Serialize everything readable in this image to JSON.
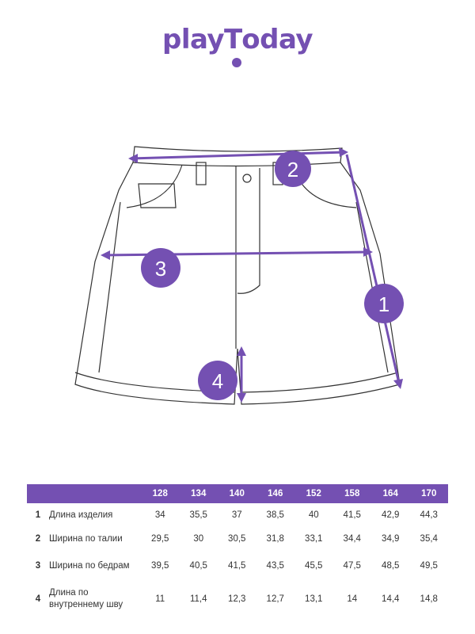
{
  "logo": {
    "text": "playToday"
  },
  "colors": {
    "accent": "#7450b2"
  },
  "markers": [
    "1",
    "2",
    "3",
    "4"
  ],
  "table": {
    "sizes": [
      "128",
      "134",
      "140",
      "146",
      "152",
      "158",
      "164",
      "170"
    ],
    "rows": [
      {
        "num": "1",
        "label": "Длина изделия",
        "values": [
          "34",
          "35,5",
          "37",
          "38,5",
          "40",
          "41,5",
          "42,9",
          "44,3"
        ]
      },
      {
        "num": "2",
        "label": "Ширина по талии",
        "values": [
          "29,5",
          "30",
          "30,5",
          "31,8",
          "33,1",
          "34,4",
          "34,9",
          "35,4"
        ]
      },
      {
        "num": "3",
        "label": "Ширина по бедрам",
        "values": [
          "39,5",
          "40,5",
          "41,5",
          "43,5",
          "45,5",
          "47,5",
          "48,5",
          "49,5"
        ]
      },
      {
        "num": "4",
        "label": "Длина по внутреннему шву",
        "values": [
          "11",
          "11,4",
          "12,3",
          "12,7",
          "13,1",
          "14",
          "14,4",
          "14,8"
        ]
      }
    ]
  }
}
